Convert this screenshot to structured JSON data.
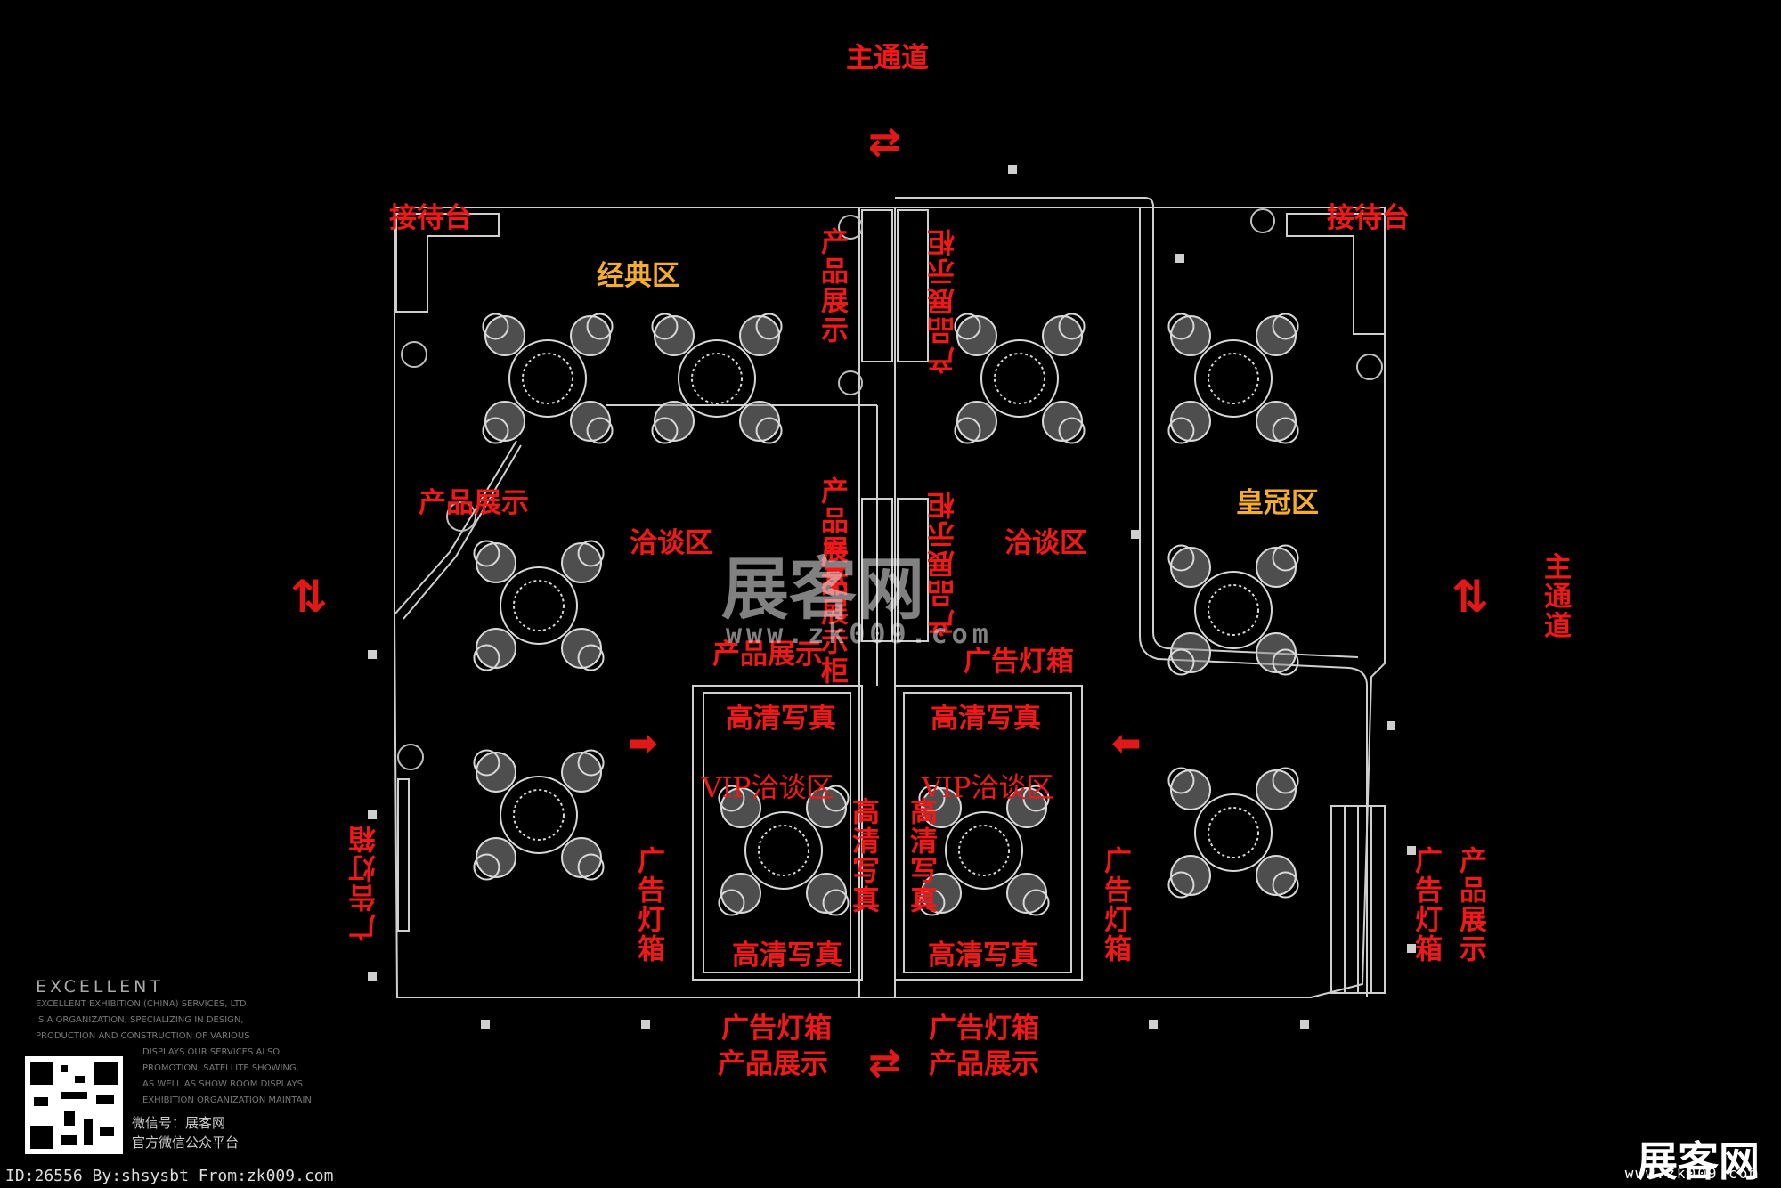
{
  "labels": {
    "main_aisle_top": "主通道",
    "main_aisle_right": "主通道",
    "reception_left": "接待台",
    "reception_right": "接待台",
    "classic_zone": "经典区",
    "crown_zone": "皇冠区",
    "negotiation_left": "洽谈区",
    "negotiation_mid": "洽谈区",
    "product_display_a": "产品展示",
    "product_display_b": "产品展示",
    "product_display_board_a": "产品展示柜",
    "product_display_board_b": "产品展示柜",
    "product_display_board_c": "产品展示柜",
    "product_display_mid": "产品展示",
    "product_display_left_angled": "产品展示",
    "ad_lightbox_mid": "广告灯箱",
    "hd_photo_top_left": "高清写真",
    "hd_photo_top_right": "高清写真",
    "hd_photo_bottom_left": "高清写真",
    "hd_photo_bottom_right": "高清写真",
    "hd_photo_vert_left": "高清写真",
    "hd_photo_vert_right": "高清写真",
    "vip_left": "VIP洽谈区",
    "vip_right": "VIP洽谈区",
    "ad_lightbox_left_vert": "广告灯箱",
    "ad_lightbox_inner_left": "广告灯箱",
    "ad_lightbox_inner_right": "广告灯箱",
    "ad_lightbox_right_vert": "广告灯箱",
    "product_display_right_vert": "产品展示",
    "bottom_ad_left": "广告灯箱",
    "bottom_prod_left": "产品展示",
    "bottom_ad_right": "广告灯箱",
    "bottom_prod_right": "产品展示"
  },
  "watermark": {
    "title": "展客网",
    "url": "www.zk009.com"
  },
  "company": {
    "name": "EXCELLENT",
    "lines": [
      "EXCELLENT EXHIBITION (CHINA) SERVICES, LTD.",
      "IS A ORGANIZATION, SPECIALIZING IN DESIGN,",
      "PRODUCTION AND CONSTRUCTION OF VARIOUS",
      "DISPLAYS OUR SERVICES ALSO",
      "PROMOTION, SATELLITE SHOWING,",
      "AS WELL AS SHOW ROOM DISPLAYS",
      "EXHIBITION ORGANIZATION MAINTAIN"
    ]
  },
  "wechat": {
    "account": "微信号：展客网",
    "platform": "官方微信公众平台"
  },
  "footer": "ID:26556 By:shsysbt From:zk009.com",
  "logo": {
    "name": "展客网",
    "url": "www.zk009.com"
  },
  "colors": {
    "label_red": "#f01818",
    "label_gold": "#f5ad2a",
    "lines": "#d0d0d0"
  }
}
